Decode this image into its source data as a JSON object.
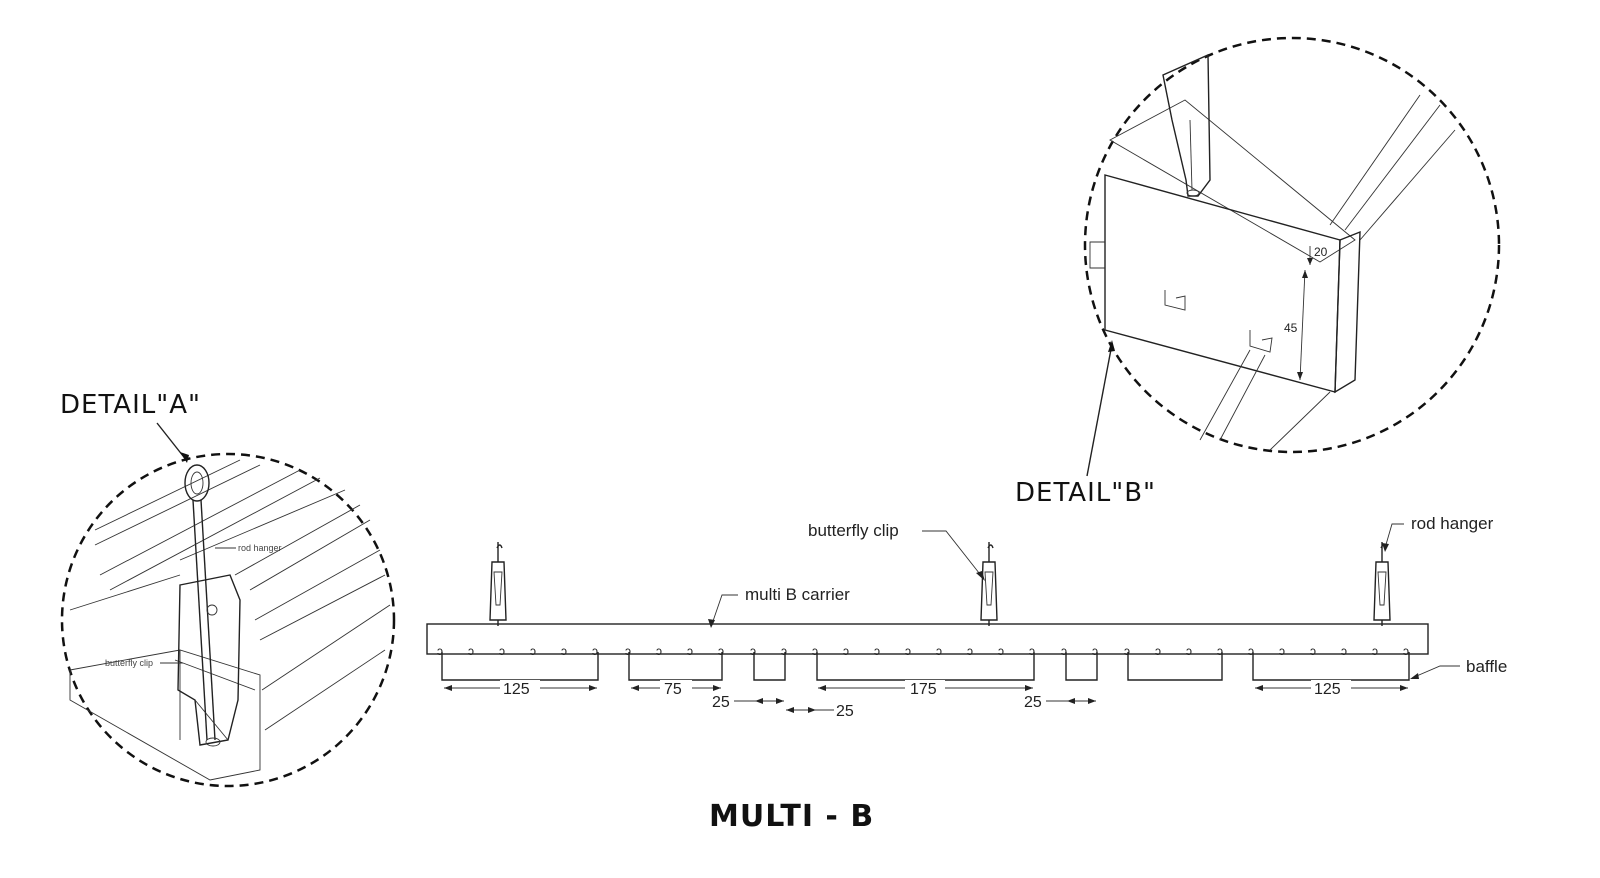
{
  "detail_a": {
    "title": "DETAIL\"A\"",
    "rod_hanger_label": "rod hanger",
    "butterfly_clip_label": "butterfly clip"
  },
  "detail_b": {
    "title": "DETAIL\"B\"",
    "dim_top": "20",
    "dim_height": "45"
  },
  "main": {
    "labels": {
      "butterfly_clip": "butterfly clip",
      "rod_hanger": "rod hanger",
      "carrier": "multi B carrier",
      "baffle": "baffle"
    },
    "dimensions": {
      "d1": "125",
      "d2": "75",
      "d3": "25",
      "d4": "25",
      "d5": "175",
      "d6": "25",
      "d7": "125"
    },
    "title": "MULTI - B"
  }
}
